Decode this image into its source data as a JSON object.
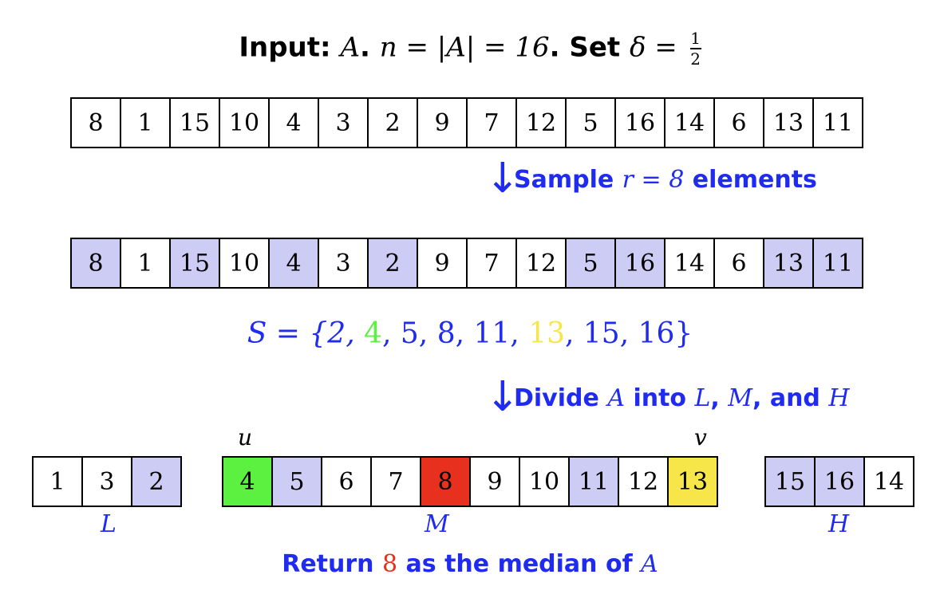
{
  "title": {
    "input_word": "Input:",
    "a_var": "A",
    "period": ".",
    "n_expr": "n = |A| = 16",
    "set_word": "Set",
    "delta_expr": "δ =",
    "frac_num": "1",
    "frac_den": "2"
  },
  "row1": [
    "8",
    "1",
    "15",
    "10",
    "4",
    "3",
    "2",
    "9",
    "7",
    "12",
    "5",
    "16",
    "14",
    "6",
    "13",
    "11"
  ],
  "step1": {
    "arrow": "↓",
    "prefix": "Sample",
    "expr": "r = 8",
    "suffix": "elements"
  },
  "row2": {
    "values": [
      "8",
      "1",
      "15",
      "10",
      "4",
      "3",
      "2",
      "9",
      "7",
      "12",
      "5",
      "16",
      "14",
      "6",
      "13",
      "11"
    ],
    "highlighted": [
      true,
      false,
      true,
      false,
      true,
      false,
      true,
      false,
      false,
      false,
      true,
      true,
      false,
      false,
      true,
      true
    ]
  },
  "sample_set": {
    "prefix": "S = {2, ",
    "green_item": "4",
    "middle": ", 5, 8, 11, ",
    "yellow_item": "13",
    "suffix": ", 15, 16}"
  },
  "step2": {
    "arrow": "↓",
    "prefix": "Divide",
    "a_var": "A",
    "into": "into",
    "l": "L",
    "comma1": ",",
    "m": "M",
    "comma2": ", and",
    "h": "H"
  },
  "partitions": {
    "L": {
      "label": "L",
      "values": [
        "1",
        "3",
        "2"
      ],
      "states": [
        "plain",
        "plain",
        "hl"
      ]
    },
    "M": {
      "label": "M",
      "values": [
        "4",
        "5",
        "6",
        "7",
        "8",
        "9",
        "10",
        "11",
        "12",
        "13"
      ],
      "states": [
        "green",
        "hl",
        "plain",
        "plain",
        "red",
        "plain",
        "plain",
        "hl",
        "plain",
        "yellow"
      ]
    },
    "H": {
      "label": "H",
      "values": [
        "15",
        "16",
        "14"
      ],
      "states": [
        "hl",
        "hl",
        "plain"
      ]
    }
  },
  "markers": {
    "u": "u",
    "v": "v"
  },
  "result": {
    "prefix": "Return",
    "value": "8",
    "middle": "as the median of",
    "a_var": "A"
  },
  "colors": {
    "blue": "#1f2bf0",
    "highlight": "#ccccf4",
    "green": "#5cf040",
    "red": "#e8301e",
    "yellow": "#f6e64a"
  }
}
